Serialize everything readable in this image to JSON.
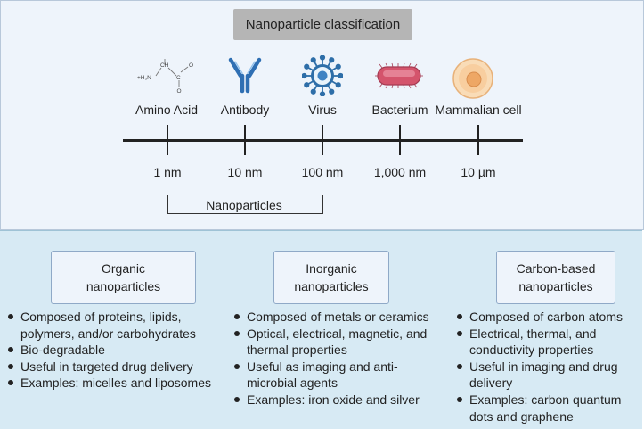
{
  "title": "Nanoparticle classification",
  "scale_items": [
    {
      "label": "Amino Acid",
      "icon": "amino-acid-icon"
    },
    {
      "label": "Antibody",
      "icon": "antibody-icon"
    },
    {
      "label": "Virus",
      "icon": "virus-icon"
    },
    {
      "label": "Bacterium",
      "icon": "bacterium-icon"
    },
    {
      "label": "Mammalian cell",
      "icon": "mammalian-cell-icon"
    }
  ],
  "amino_acid_formula": {
    "amine": "+H₃N",
    "ch": "CH",
    "carbon": "C",
    "oxygen_top": "O",
    "oxygen_bottom": "O"
  },
  "scale_ticks": [
    "1 nm",
    "10 nm",
    "100 nm",
    "1,000 nm",
    "10 µm"
  ],
  "nanoparticles_label": "Nanoparticles",
  "categories": [
    {
      "title_line1": "Organic",
      "title_line2": "nanoparticles",
      "bullets": [
        "Composed of proteins, lipids, polymers, and/or carbohydrates",
        "Bio-degradable",
        "Useful in targeted drug delivery",
        "Examples: micelles and liposomes"
      ]
    },
    {
      "title_line1": "Inorganic",
      "title_line2": "nanoparticles",
      "bullets": [
        "Composed of metals or ceramics",
        "Optical, electrical, magnetic, and thermal properties",
        "Useful as imaging and anti-microbial agents",
        "Examples: iron oxide and silver"
      ]
    },
    {
      "title_line1": "Carbon-based",
      "title_line2": "nanoparticles",
      "bullets": [
        "Composed of carbon atoms",
        "Electrical, thermal, and conductivity properties",
        "Useful in imaging and drug delivery",
        "Examples: carbon quantum dots and graphene"
      ]
    }
  ],
  "colors": {
    "top_background": "#eef4fb",
    "bottom_background": "#d7eaf4",
    "title_box": "#b5b5b5",
    "antibody": "#2f6fb3",
    "virus": "#2e6ea8",
    "bacterium": "#d4546c",
    "cell": "#f6c48f"
  }
}
